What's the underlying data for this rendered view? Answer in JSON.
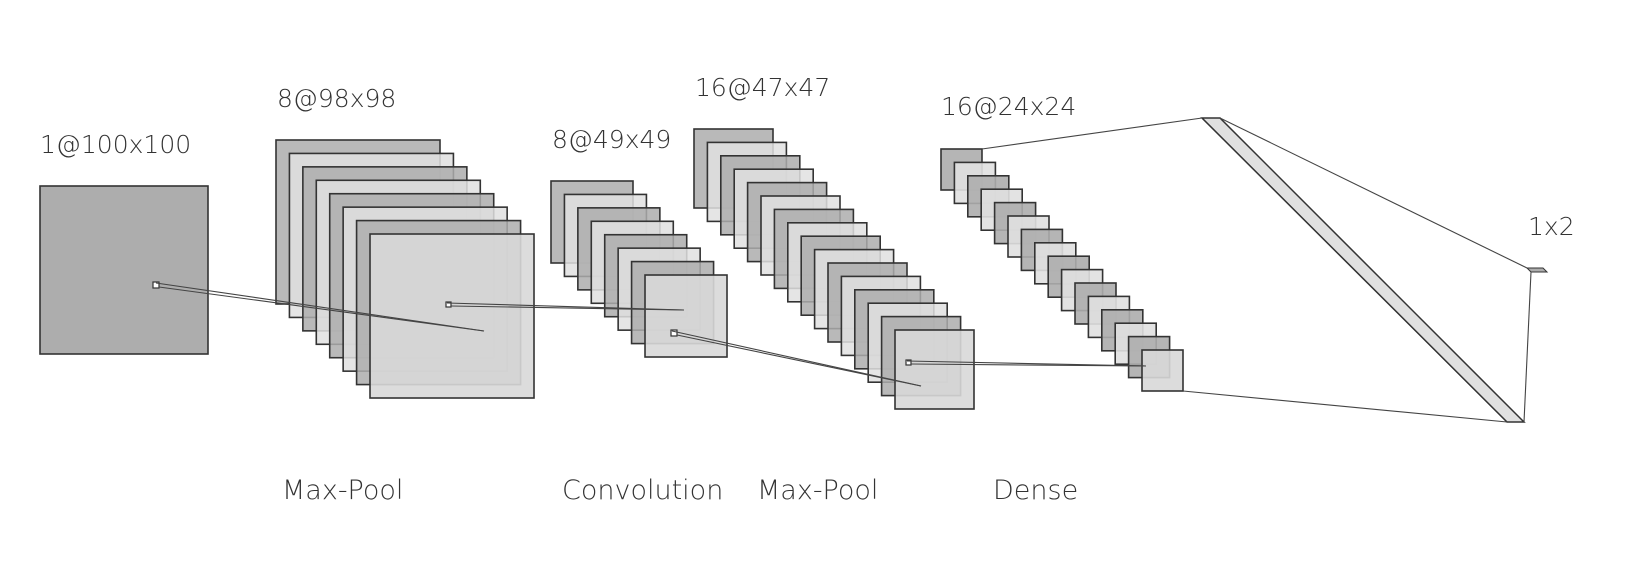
{
  "layers": [
    {
      "label": "1@100x100",
      "feature_maps": 1
    },
    {
      "label": "8@98x98",
      "feature_maps": 8
    },
    {
      "label": "8@49x49",
      "feature_maps": 8
    },
    {
      "label": "16@47x47",
      "feature_maps": 16
    },
    {
      "label": "16@24x24",
      "feature_maps": 16
    },
    {
      "label": "",
      "feature_maps": 1
    },
    {
      "label": "1x2",
      "feature_maps": 1
    }
  ],
  "operations": [
    "Max-Pool",
    "Convolution",
    "Max-Pool",
    "Dense"
  ],
  "colors": {
    "dark": "#adadad",
    "light": "#e0e0e0",
    "front": "#d8d8d8",
    "stroke": "#333333",
    "line": "#444444"
  }
}
